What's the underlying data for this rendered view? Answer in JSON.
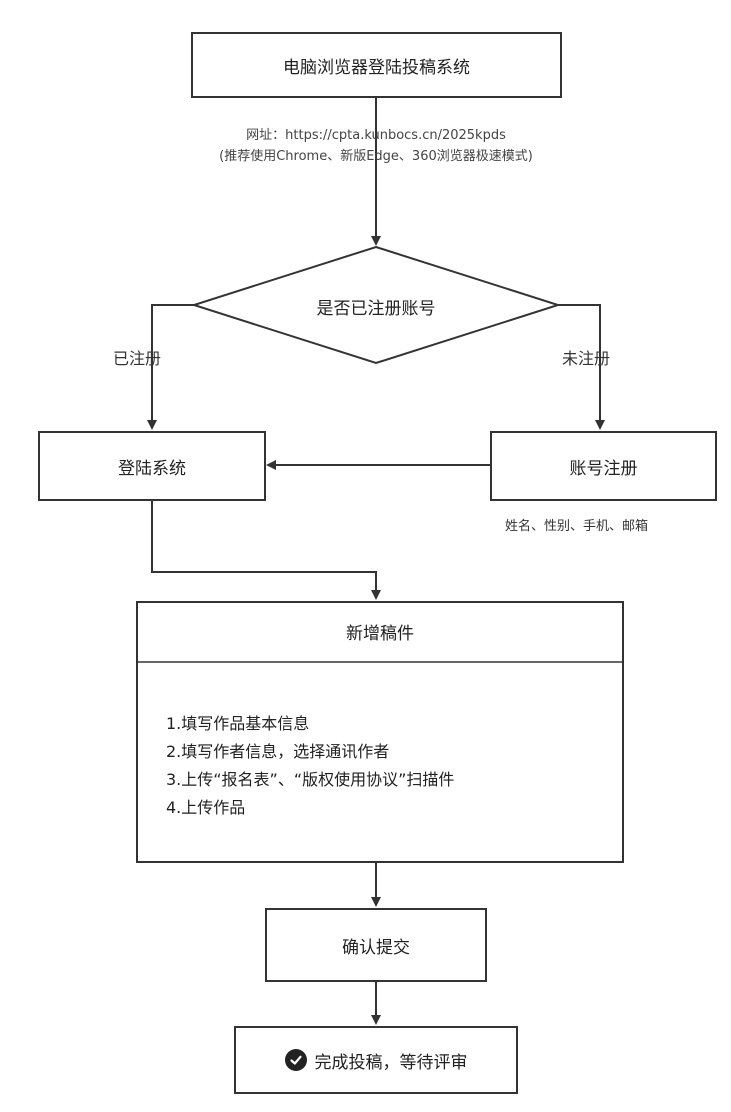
{
  "start": {
    "title": "电脑浏览器登陆投稿系统"
  },
  "note": {
    "url_line": "网址：https://cpta.kunbocs.cn/2025kpds",
    "browser_line": "(推荐使用Chrome、新版Edge、360浏览器极速模式)"
  },
  "decision": {
    "question": "是否已注册账号"
  },
  "branches": {
    "registered": "已注册",
    "unregistered": "未注册"
  },
  "login": {
    "title": "登陆系统"
  },
  "register": {
    "title": "账号注册",
    "fields": "姓名、性别、手机、邮箱"
  },
  "submission": {
    "title": "新增稿件",
    "steps": [
      "1.填写作品基本信息",
      "2.填写作者信息，选择通讯作者",
      "3.上传“报名表”、“版权使用协议”扫描件",
      "4.上传作品"
    ]
  },
  "confirm": {
    "title": "确认提交"
  },
  "finish": {
    "title": "完成投稿，等待评审",
    "icon": "check-circle-icon"
  }
}
